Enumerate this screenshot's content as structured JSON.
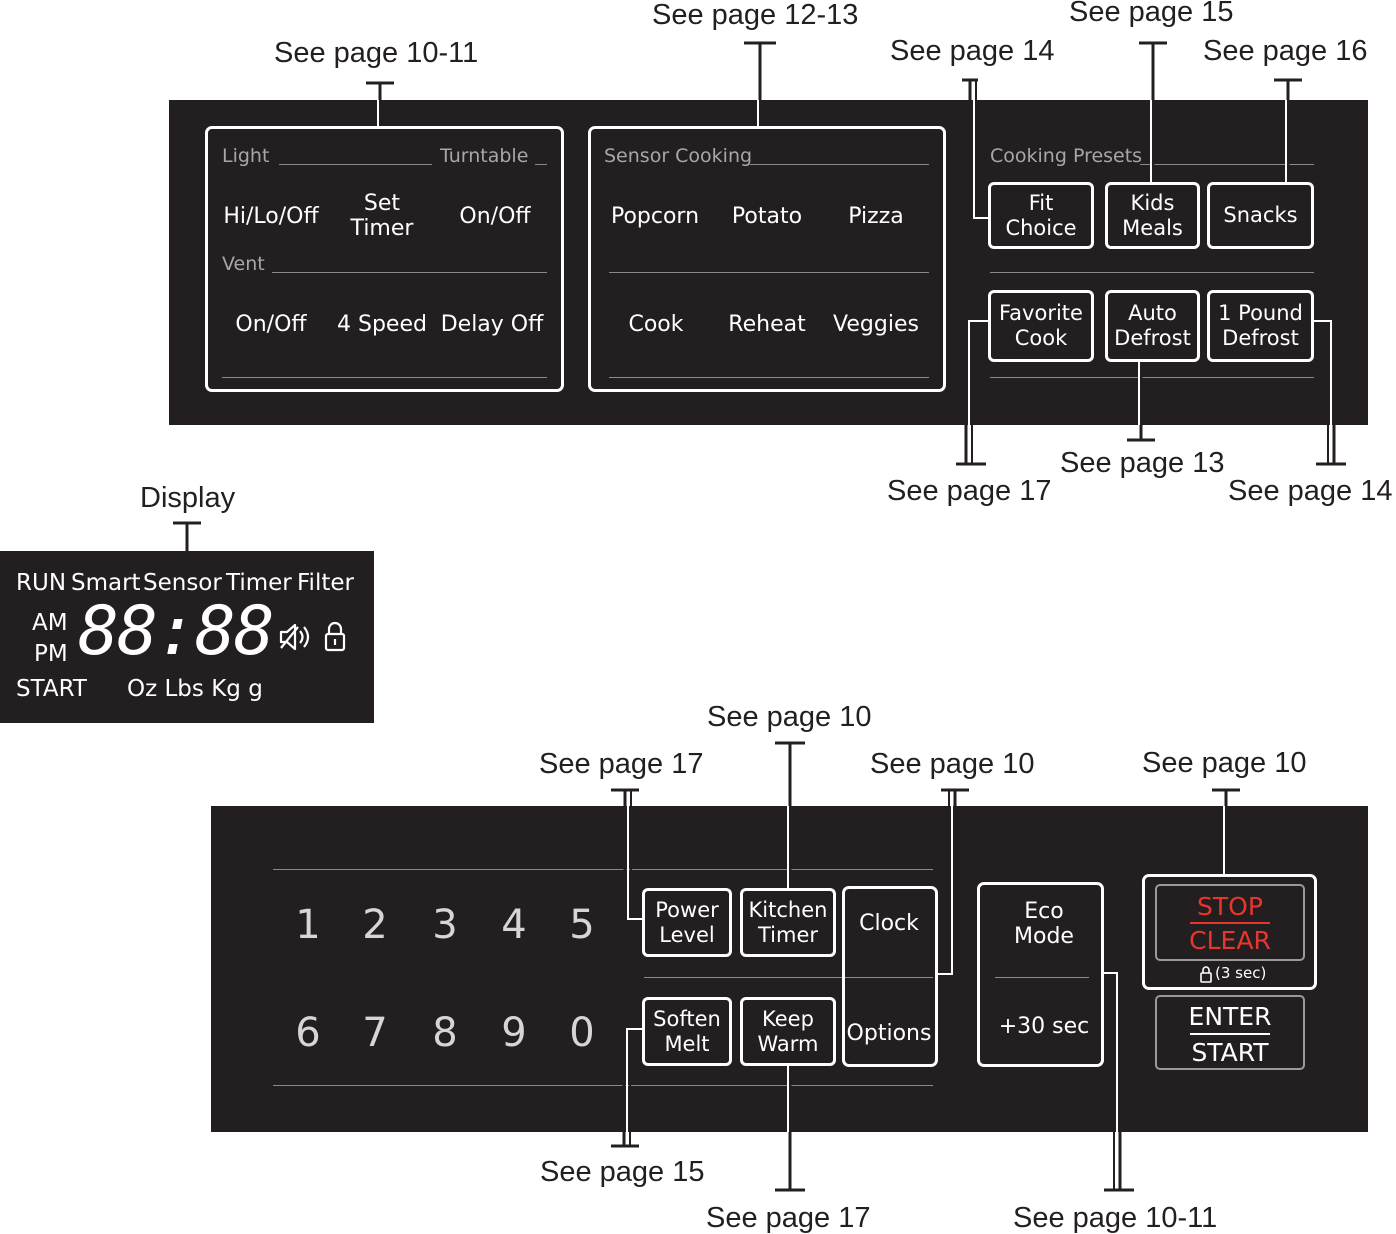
{
  "callouts": {
    "sensor_cooking": "See page 12-13",
    "kids_meals": "See page 15",
    "light_vent": "See page 10-11",
    "fit_choice": "See page 14",
    "snacks": "See page 16",
    "auto_defrost": "See page 13",
    "favorite_cook": "See page 17",
    "one_pound_defrost": "See page 14",
    "display": "Display",
    "kitchen_timer": "See page 10",
    "power_level": "See page 17",
    "clock_options": "See page 10",
    "stop_clear": "See page 10",
    "soften_melt": "See page 15",
    "keep_warm": "See page 17",
    "eco_mode": "See page 10-11"
  },
  "top_panel": {
    "light_vent": {
      "light": "Light",
      "turntable": "Turntable",
      "vent": "Vent",
      "hi_lo_off": "Hi/Lo/Off",
      "set_timer": "Set\nTimer",
      "turntable_on_off": "On/Off",
      "vent_on_off": "On/Off",
      "four_speed": "4 Speed",
      "delay_off": "Delay Off"
    },
    "sensor": {
      "title": "Sensor Cooking",
      "popcorn": "Popcorn",
      "potato": "Potato",
      "pizza": "Pizza",
      "cook": "Cook",
      "reheat": "Reheat",
      "veggies": "Veggies"
    },
    "presets": {
      "title": "Cooking Presets",
      "fit_choice": "Fit\nChoice",
      "kids_meals": "Kids\nMeals",
      "snacks": "Snacks",
      "favorite_cook": "Favorite\nCook",
      "auto_defrost": "Auto\nDefrost",
      "one_pound_defrost": "1 Pound\nDefrost"
    }
  },
  "display": {
    "run": "RUN",
    "smart": "Smart",
    "sensor": "Sensor",
    "timer": "Timer",
    "filter": "Filter",
    "am": "AM",
    "pm": "PM",
    "start": "START",
    "units": "Oz Lbs Kg g",
    "digits": "88:88",
    "icons": [
      "speaker-mute-icon",
      "lock-icon"
    ]
  },
  "bottom_panel": {
    "numbers_row1": [
      "1",
      "2",
      "3",
      "4",
      "5"
    ],
    "numbers_row2": [
      "6",
      "7",
      "8",
      "9",
      "0"
    ],
    "power_level": "Power\nLevel",
    "kitchen_timer": "Kitchen\nTimer",
    "clock": "Clock",
    "options": "Options",
    "soften_melt": "Soften\nMelt",
    "keep_warm": "Keep\nWarm",
    "eco_mode": "Eco\nMode",
    "plus_30": "+30 sec",
    "stop": "STOP",
    "clear": "CLEAR",
    "lock_hint": "(3 sec)",
    "enter": "ENTER",
    "start": "START"
  },
  "colors": {
    "panel": "#231f20",
    "stop_clear": "#e8362f",
    "group_label": "#a7a7a7"
  }
}
